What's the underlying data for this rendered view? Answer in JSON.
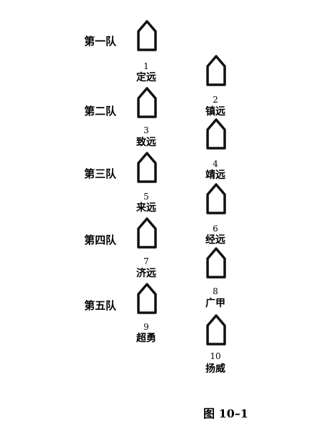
{
  "squads": [
    {
      "label": "第一队"
    },
    {
      "label": "第二队"
    },
    {
      "label": "第三队"
    },
    {
      "label": "第四队"
    },
    {
      "label": "第五队"
    }
  ],
  "ships": [
    {
      "num": "1",
      "name": "定远"
    },
    {
      "num": "2",
      "name": "镇远"
    },
    {
      "num": "3",
      "name": "致远"
    },
    {
      "num": "4",
      "name": "靖远"
    },
    {
      "num": "5",
      "name": "来远"
    },
    {
      "num": "6",
      "name": "经远"
    },
    {
      "num": "7",
      "name": "济远"
    },
    {
      "num": "8",
      "name": "广甲"
    },
    {
      "num": "9",
      "name": "超勇"
    },
    {
      "num": "10",
      "name": "扬威"
    }
  ],
  "caption": "图 10–1",
  "colors": {
    "ink": "#111111",
    "background": "#ffffff"
  }
}
